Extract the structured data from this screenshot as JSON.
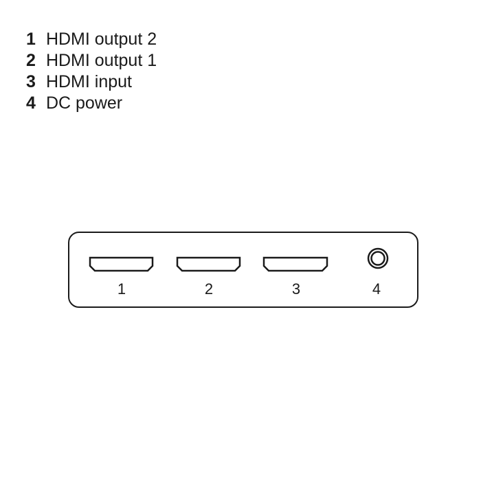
{
  "legend": {
    "items": [
      {
        "number": "1",
        "label": "HDMI output 2"
      },
      {
        "number": "2",
        "label": "HDMI output 1"
      },
      {
        "number": "3",
        "label": "HDMI input"
      },
      {
        "number": "4",
        "label": "DC power"
      }
    ]
  },
  "device": {
    "ports": [
      {
        "label": "1",
        "type": "hdmi-port-icon"
      },
      {
        "label": "2",
        "type": "hdmi-port-icon"
      },
      {
        "label": "3",
        "type": "hdmi-port-icon"
      },
      {
        "label": "4",
        "type": "dc-jack-icon"
      }
    ],
    "stroke_color": "#1a1a1a"
  }
}
